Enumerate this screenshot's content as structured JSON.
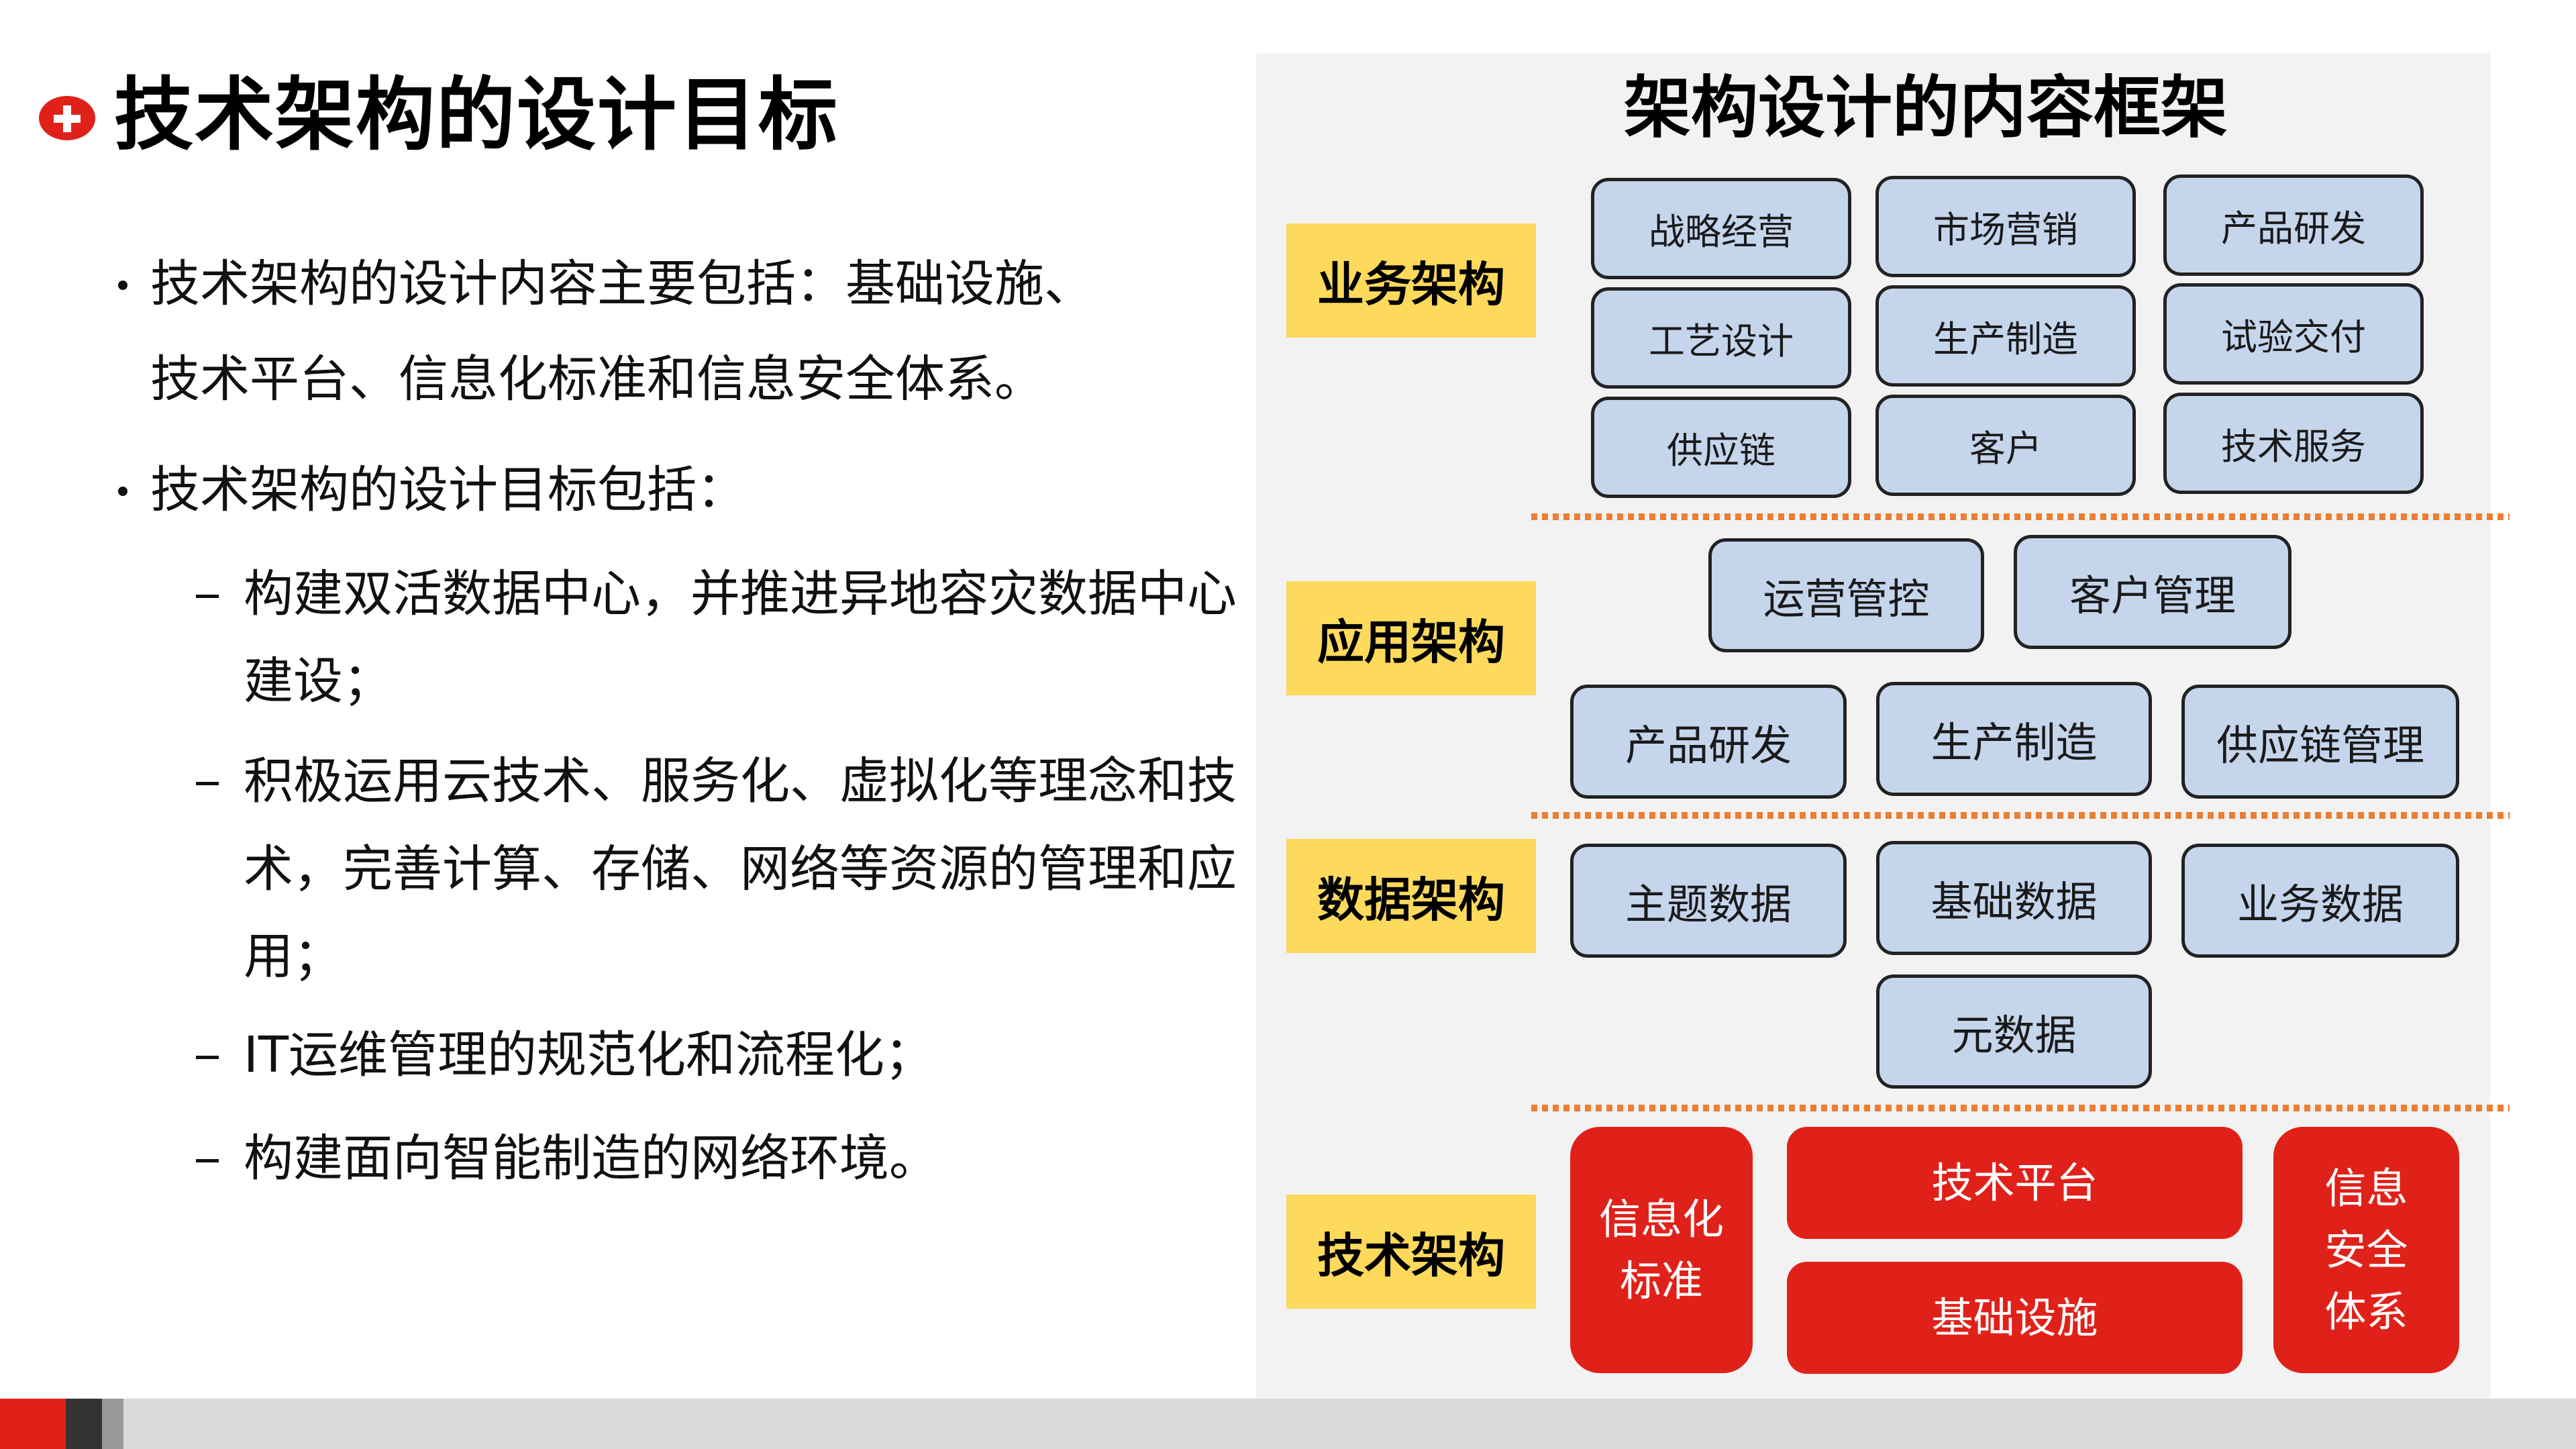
{
  "slide": {
    "title": "技术架构的设计目标",
    "title_icon": "plus-circle-icon"
  },
  "bullets": [
    {
      "lines": [
        "技术架构的设计内容主要包括：基础设施、",
        "技术平台、信息化标准和信息安全体系。"
      ]
    },
    {
      "lines": [
        "技术架构的设计目标包括："
      ],
      "sub_items": [
        {
          "lines": [
            "构建双活数据中心，并推进异地容灾数据中心",
            "建设；"
          ]
        },
        {
          "lines": [
            "积极运用云技术、服务化、虚拟化等理念和技",
            "术，完善计算、存储、网络等资源的管理和应",
            "用；"
          ]
        },
        {
          "lines": [
            "IT运维管理的规范化和流程化；"
          ]
        },
        {
          "lines": [
            "构建面向智能制造的网络环境。"
          ]
        }
      ]
    }
  ],
  "framework": {
    "title": "架构设计的内容框架",
    "layers": {
      "business": {
        "label": "业务架构",
        "items": [
          "战略经营",
          "市场营销",
          "产品研发",
          "工艺设计",
          "生产制造",
          "试验交付",
          "供应链",
          "客户",
          "技术服务"
        ]
      },
      "application": {
        "label": "应用架构",
        "items": [
          "运营管控",
          "客户管理",
          "产品研发",
          "生产制造",
          "供应链管理"
        ]
      },
      "data": {
        "label": "数据架构",
        "items": [
          "主题数据",
          "基础数据",
          "业务数据",
          "元数据"
        ]
      },
      "technology": {
        "label": "技术架构",
        "items": {
          "info_standard": [
            "信息化",
            "标准"
          ],
          "tech_platform": "技术平台",
          "infrastructure": "基础设施",
          "info_security": [
            "信息",
            "安全",
            "体系"
          ]
        }
      }
    }
  },
  "colors": {
    "accent_red": "#e0211a",
    "label_yellow": "#fdd95c",
    "box_blue": "#c5d5ec",
    "divider_orange": "#ed7d31",
    "panel_gray": "#f2f2f2",
    "footer_gray": "#d9d9d9"
  }
}
